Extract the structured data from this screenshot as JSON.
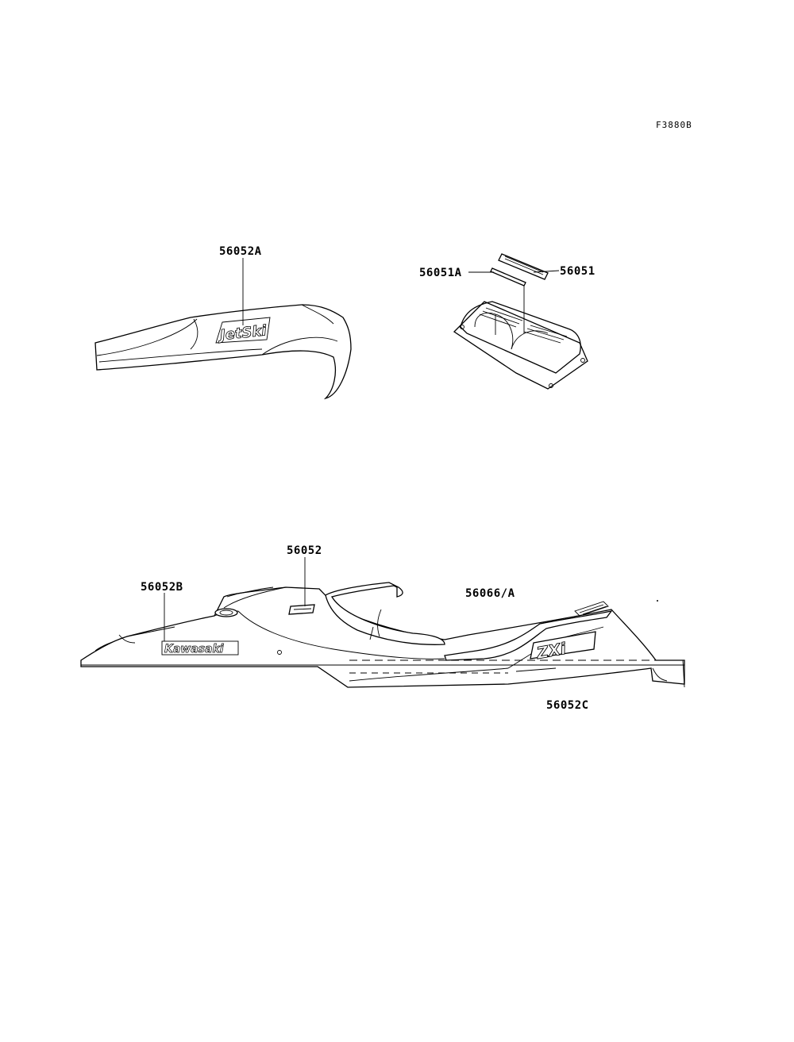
{
  "figure_code": "F3880B",
  "labels": {
    "engine_cover_decal": "56052A",
    "strip_a": "56051A",
    "strip": "56051",
    "seat_decal": "56052",
    "side_decal_b": "56052B",
    "stripe": "56066/A",
    "side_decal_c": "56052C"
  },
  "decal_text": {
    "jetski": "JetSki",
    "kawasaki": "Kawasaki",
    "model": "ZXi"
  },
  "colors": {
    "line": "#000000",
    "background": "#ffffff"
  }
}
